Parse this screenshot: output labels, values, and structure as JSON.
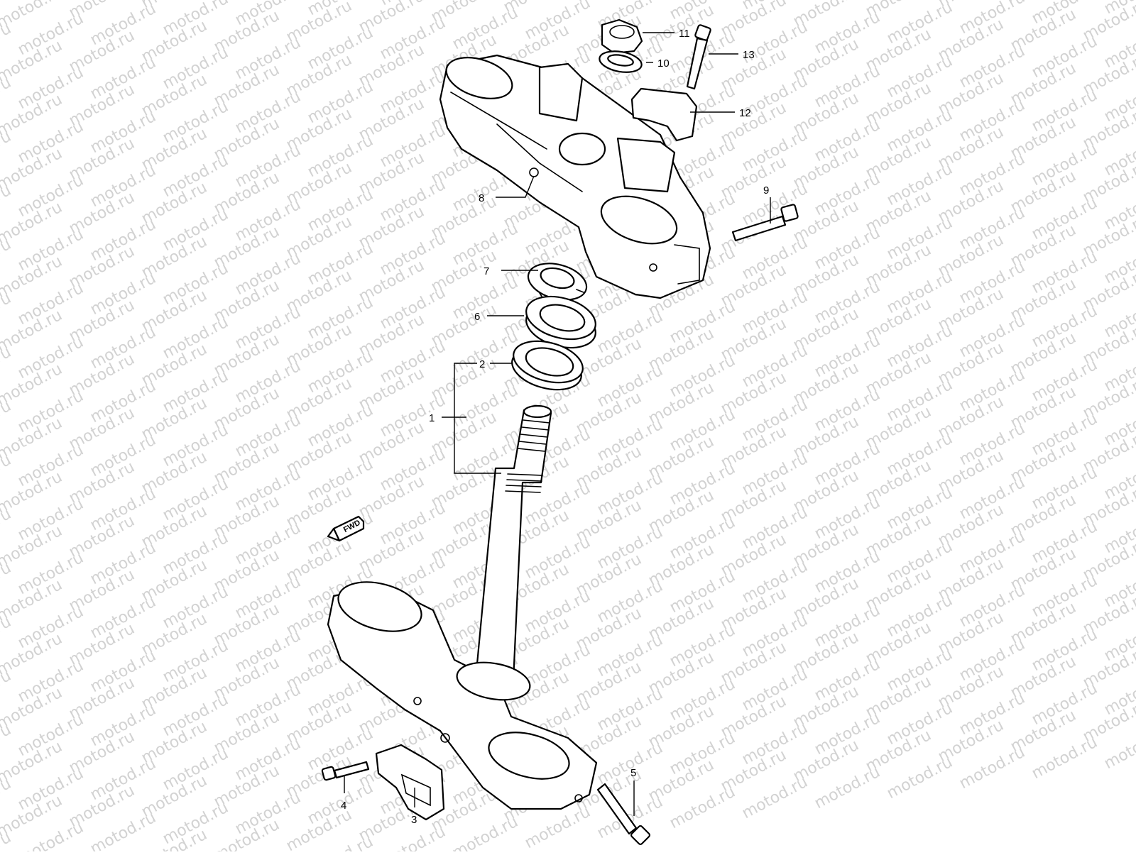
{
  "watermark": {
    "text": "motod.ru",
    "color": "#d2d2d2"
  },
  "direction_marker": {
    "label": "FWD"
  },
  "callouts": [
    {
      "number": "1",
      "part": "steering-stem"
    },
    {
      "number": "2",
      "part": "lower-bearing"
    },
    {
      "number": "3",
      "part": "brake-hose-guide"
    },
    {
      "number": "4",
      "part": "guide-bolt"
    },
    {
      "number": "5",
      "part": "lower-clamp-bolt"
    },
    {
      "number": "6",
      "part": "upper-bearing"
    },
    {
      "number": "7",
      "part": "stem-nut"
    },
    {
      "number": "8",
      "part": "upper-bracket"
    },
    {
      "number": "9",
      "part": "upper-clamp-bolt"
    },
    {
      "number": "10",
      "part": "washer"
    },
    {
      "number": "11",
      "part": "stem-head-nut"
    },
    {
      "number": "12",
      "part": "handlebar-holder"
    },
    {
      "number": "13",
      "part": "holder-bolt"
    }
  ]
}
